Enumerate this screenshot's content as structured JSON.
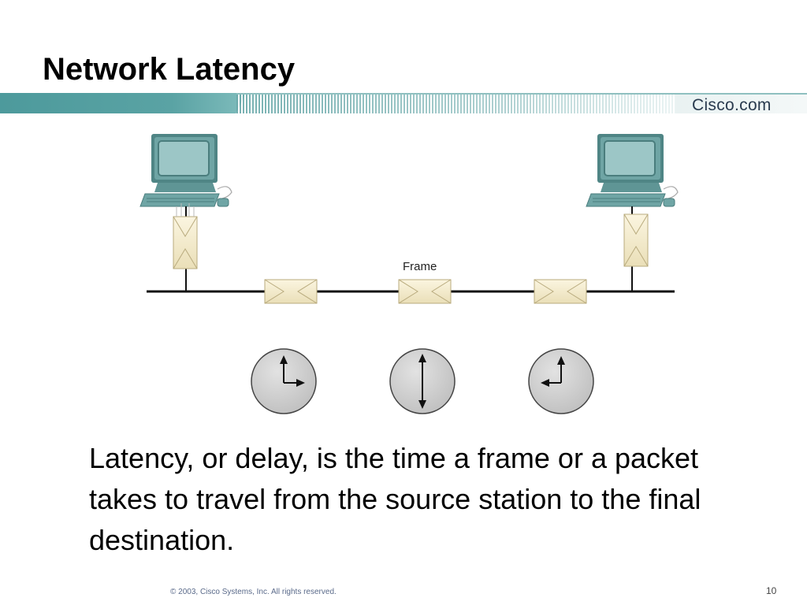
{
  "slide": {
    "title": "Network Latency",
    "logo_text": "Cisco.com",
    "frame_label": "Frame",
    "body_text": "Latency, or delay, is the time a frame or a packet takes to travel from the source station to the final destination.",
    "footer": "© 2003, Cisco Systems, Inc. All rights reserved.",
    "page_number": "10"
  },
  "icons": {
    "source_computer": "computer-icon",
    "destination_computer": "computer-icon",
    "frame": "envelope-icon",
    "clock": "clock-icon"
  },
  "colors": {
    "banner_teal": "#4d9a9c",
    "computer_teal": "#6fa5a5",
    "frame_beige": "#f3e9c8",
    "clock_gray": "#cfcfcf"
  }
}
